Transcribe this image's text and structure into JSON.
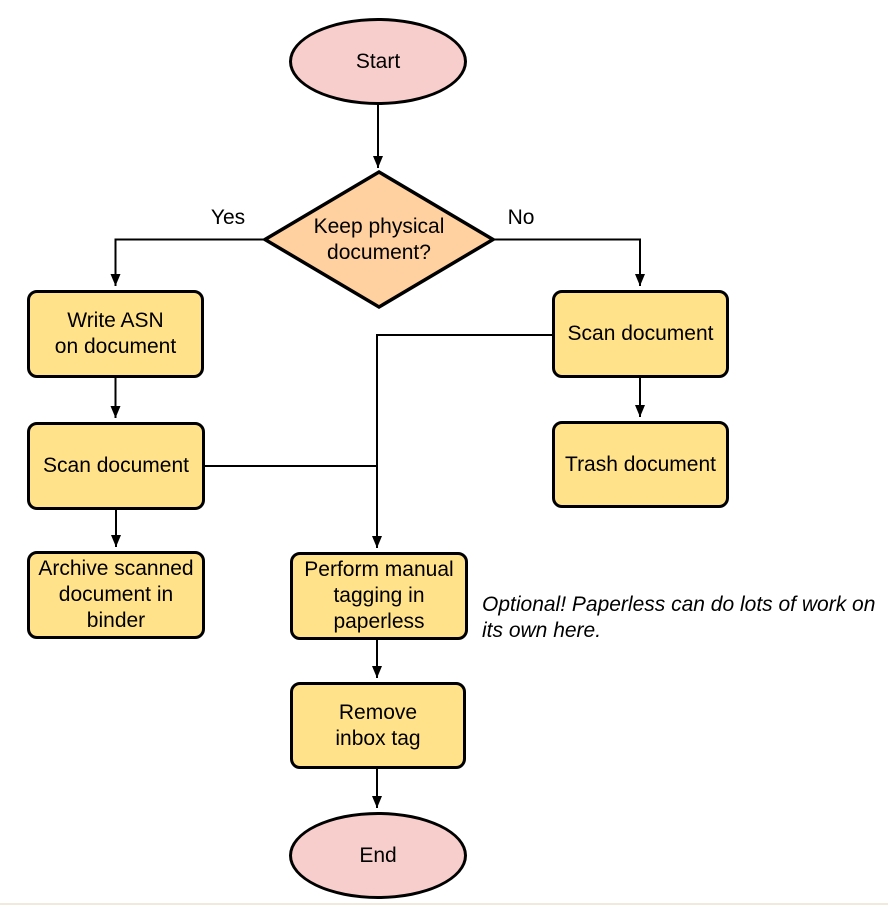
{
  "diagram": {
    "type": "flowchart",
    "colors": {
      "terminal_fill": "#f8cecc",
      "decision_fill": "#ffd0a0",
      "process_fill": "#ffe28a",
      "stroke": "#000000"
    },
    "nodes": {
      "start": {
        "label": "Start",
        "shape": "ellipse"
      },
      "decision": {
        "label": "Keep physical\ndocument?",
        "shape": "diamond"
      },
      "write_asn": {
        "label": "Write ASN\non document",
        "shape": "rounded-rect"
      },
      "scan_left": {
        "label": "Scan document",
        "shape": "rounded-rect"
      },
      "archive": {
        "label": "Archive scanned\ndocument in\nbinder",
        "shape": "rounded-rect"
      },
      "scan_right": {
        "label": "Scan document",
        "shape": "rounded-rect"
      },
      "trash": {
        "label": "Trash document",
        "shape": "rounded-rect"
      },
      "tagging": {
        "label": "Perform manual\ntagging in\npaperless",
        "shape": "rounded-rect"
      },
      "remove_inbox": {
        "label": "Remove\ninbox tag",
        "shape": "rounded-rect"
      },
      "end": {
        "label": "End",
        "shape": "ellipse"
      }
    },
    "edge_labels": {
      "yes": "Yes",
      "no": "No"
    },
    "note": "Optional! Paperless can do lots of work on\nits own here."
  }
}
